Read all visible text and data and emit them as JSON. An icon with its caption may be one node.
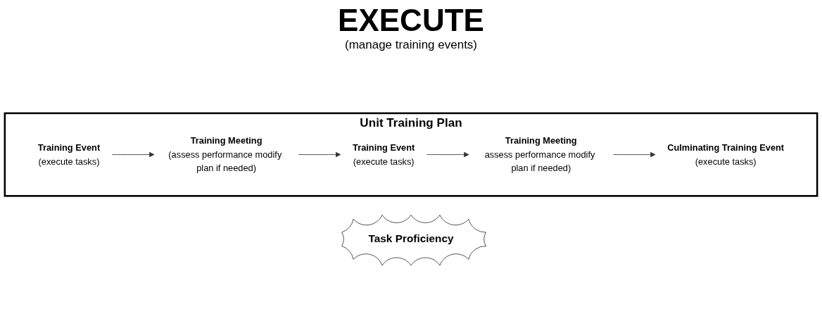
{
  "diagram": {
    "title": "EXECUTE",
    "nodes": [
      {
        "text": [
          "Unit Training Plan"
        ]
      },
      {
        "text": [
          "Training Event",
          "(execute tasks)"
        ],
        "in": 0
      },
      {
        "text": [
          "Training Meeting",
          "(assess performance modify plan if needed)"
        ],
        "in": 0
      },
      {
        "text": [
          "Training Event",
          "(execute tasks)"
        ],
        "in": 0
      },
      {
        "text": [
          "Training Meeting",
          "assess performance modify plan if needed)"
        ],
        "in": 0
      },
      {
        "text": [
          "Culminating Training Event",
          "(execute tasks)"
        ],
        "in": 0
      },
      {
        "text": [
          "Task Proficiency"
        ]
      }
    ],
    "edges": [
      {
        "from": 1,
        "to": 2,
        "arrow": "to"
      },
      {
        "from": 2,
        "to": 3,
        "arrow": "to"
      },
      {
        "from": 3,
        "to": 4,
        "arrow": "to"
      },
      {
        "from": 4,
        "to": 5,
        "arrow": "to"
      }
    ],
    "labels": [
      "(manage training events)"
    ]
  }
}
